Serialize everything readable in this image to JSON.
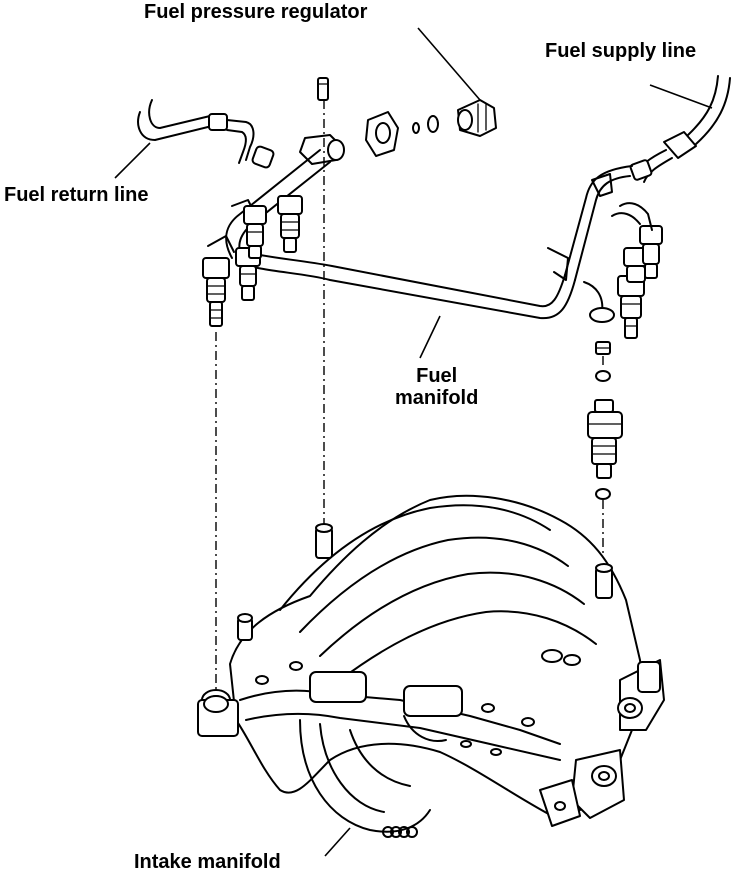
{
  "labels": {
    "fuel_pressure_regulator": "Fuel pressure regulator",
    "fuel_supply_line": "Fuel supply line",
    "fuel_return_line": "Fuel return line",
    "fuel_manifold_line1": "Fuel",
    "fuel_manifold_line2": "manifold",
    "intake_manifold": "Intake manifold"
  },
  "colors": {
    "ink": "#000000",
    "paper": "#ffffff"
  }
}
